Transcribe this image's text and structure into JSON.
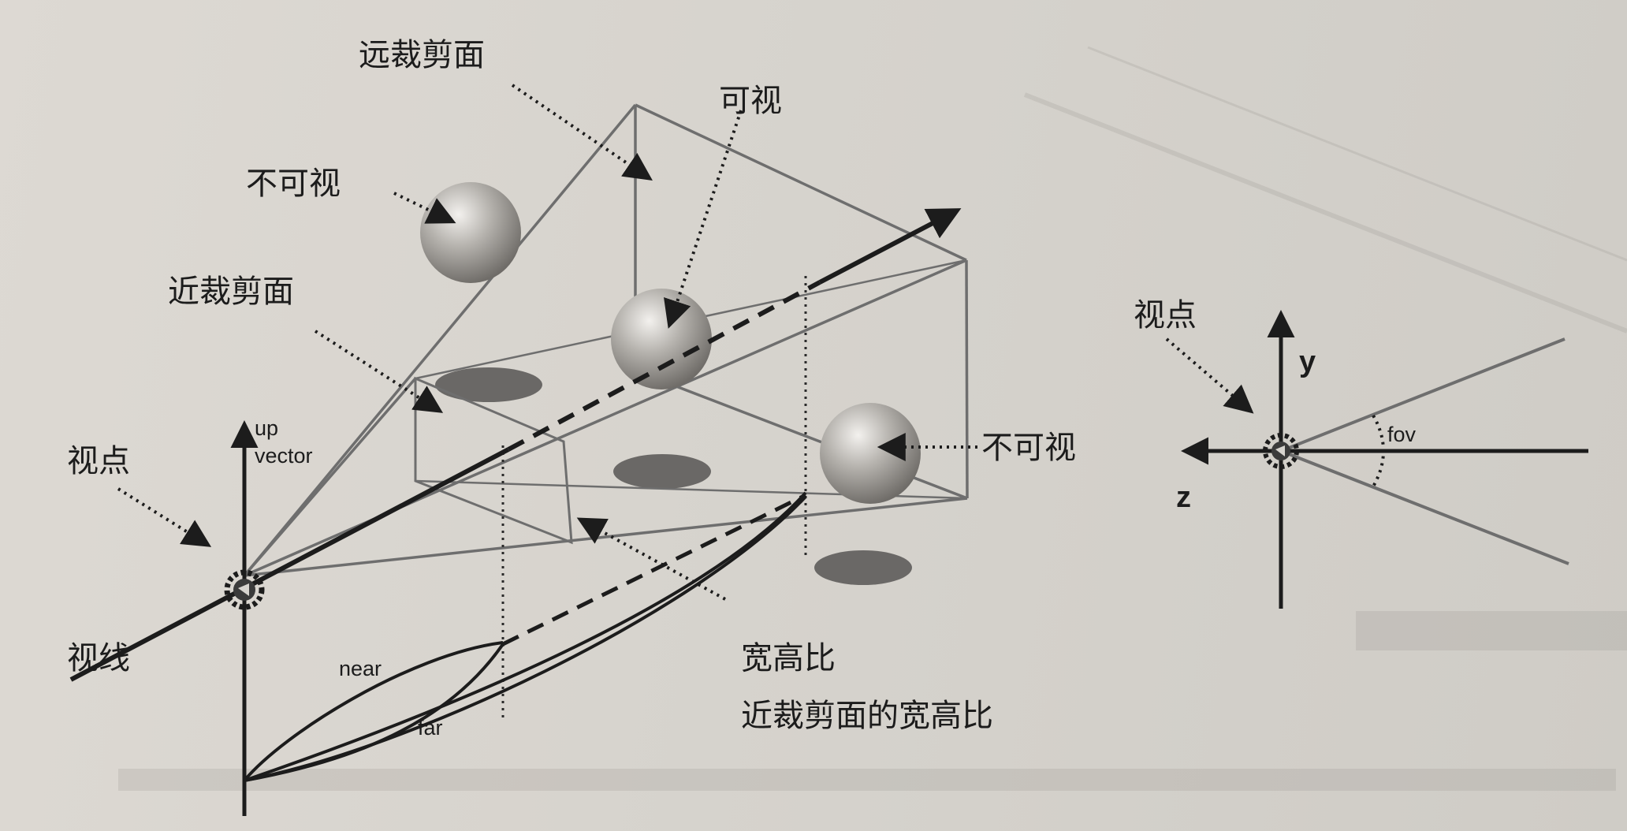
{
  "labels": {
    "far_plane": "远裁剪面",
    "visible": "可视",
    "invisible_top": "不可视",
    "near_plane": "近裁剪面",
    "up_vector_1": "up",
    "up_vector_2": "vector",
    "viewpoint": "视点",
    "sight_line": "视线",
    "near": "near",
    "far": "far",
    "invisible_right": "不可视",
    "aspect": "宽高比",
    "near_aspect": "近裁剪面的宽高比",
    "side_viewpoint": "视点",
    "axis_y": "y",
    "axis_z": "z",
    "fov": "fov"
  },
  "colors": {
    "ink": "#1c1c1c",
    "frustum_edge": "#6e6e6e",
    "sphere": "#a9a6a1",
    "shadow": "#6a6866",
    "background": "#d7d4cf"
  },
  "icons": {
    "camera": "camera-gear-icon"
  }
}
